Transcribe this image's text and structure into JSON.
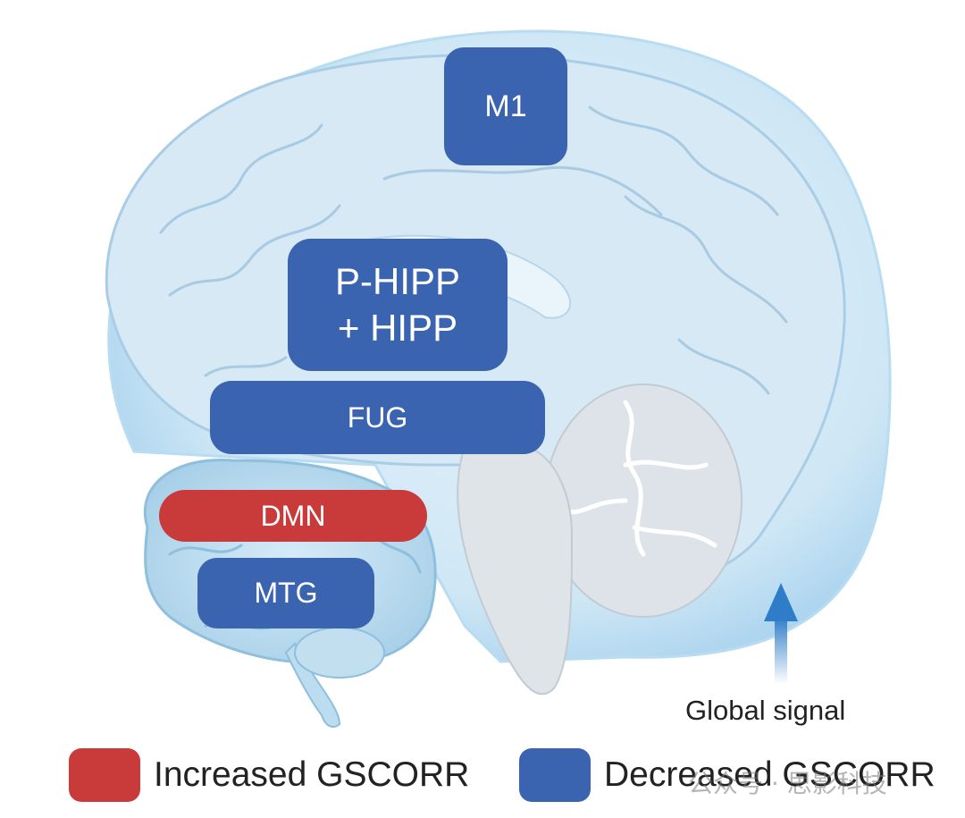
{
  "regions": {
    "m1": "M1",
    "hipp_line1": "P-HIPP",
    "hipp_line2": "+ HIPP",
    "fug": "FUG",
    "dmn": "DMN",
    "mtg": "MTG"
  },
  "global_signal_label": "Global signal",
  "legend": [
    {
      "label": "Increased GSCORR",
      "color": "#c93a3b"
    },
    {
      "label": "Decreased GSCORR",
      "color": "#3a64b0"
    }
  ],
  "watermark": "公众号 · 思影科技",
  "colors": {
    "decreased": "#3a64b0",
    "increased": "#c93a3b",
    "global_signal_halo": "#bfe0f2",
    "arrow": "#2f7cc8"
  }
}
